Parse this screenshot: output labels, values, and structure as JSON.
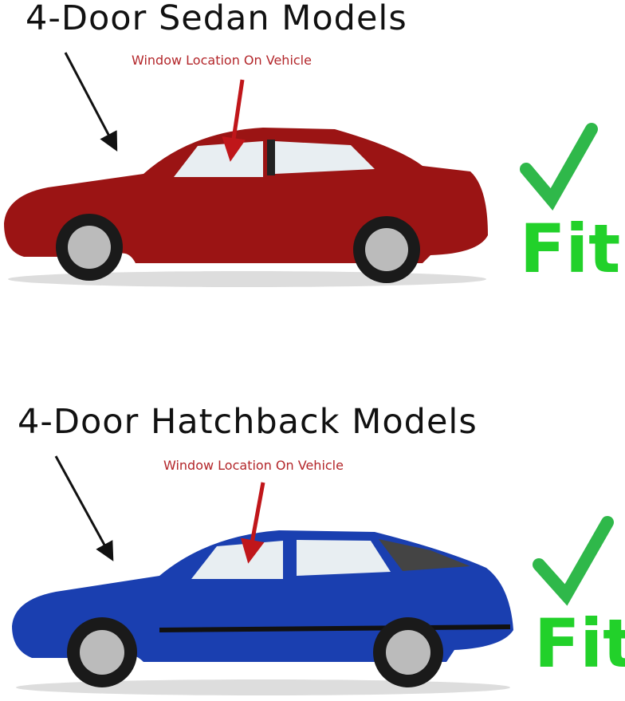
{
  "sections": [
    {
      "title": "4-Door Sedan Models",
      "label": "Window Location On Vehicle",
      "fit": "Fit",
      "car_color": "#9b1414",
      "icon": "checkmark-icon"
    },
    {
      "title": "4-Door Hatchback Models",
      "label": "Window Location On Vehicle",
      "fit": "Fit",
      "car_color": "#1a3fb0",
      "icon": "checkmark-icon"
    }
  ],
  "colors": {
    "fit": "#22d12a",
    "label": "#b3262a",
    "arrow_red": "#c0161a",
    "arrow_black": "#111111"
  }
}
